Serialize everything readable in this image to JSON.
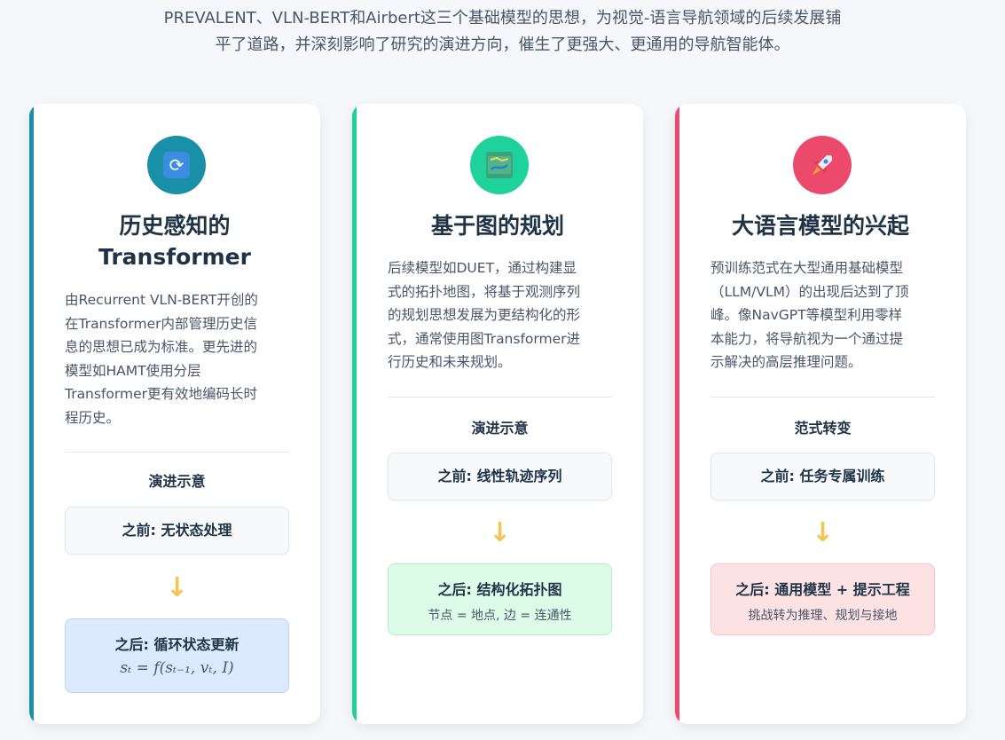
{
  "intro": {
    "line1": "PREVALENT、VLN-BERT和Airbert这三个基础模型的思想，为视觉-语言导航领域的后续发展铺",
    "line2": "平了道路，并深刻影响了研究的演进方向，催生了更强大、更通用的导航智能体。"
  },
  "cards": [
    {
      "accent": "#1a8fa8",
      "icon": "arrows-cycle-icon",
      "title_line1": "历史感知的",
      "title_line2": "Transformer",
      "desc_lines": [
        "由Recurrent VLN-BERT开创的",
        "在Transformer内部管理历史信",
        "息的思想已成为标准。更先进的",
        "模型如HAMT使用分层",
        "Transformer更有效地编码长时",
        "程历史。"
      ],
      "section_label": "演进示意",
      "before": "之前: 无状态处理",
      "after": "之后: 循环状态更新",
      "after_formula": "sₜ = f(sₜ₋₁, vₜ, I)"
    },
    {
      "accent": "#1fd19a",
      "icon": "map-icon",
      "title_line1": "基于图的规划",
      "desc_lines": [
        "后续模型如DUET，通过构建显",
        "式的拓扑地图，将基于观测序列",
        "的规划思想发展为更结构化的形",
        "式，通常使用图Transformer进",
        "行历史和未来规划。"
      ],
      "section_label": "演进示意",
      "before": "之前: 线性轨迹序列",
      "after": "之后: 结构化拓扑图",
      "after_note": "节点 = 地点, 边 = 连通性"
    },
    {
      "accent": "#ec4a6c",
      "icon": "rocket-icon",
      "title_line1": "大语言模型的兴起",
      "desc_lines": [
        "预训练范式在大型通用基础模型",
        "（LLM/VLM）的出现后达到了顶",
        "峰。像NavGPT等模型利用零样",
        "本能力，将导航视为一个通过提",
        "示解决的高层推理问题。"
      ],
      "section_label": "范式转变",
      "before": "之前: 任务专属训练",
      "after": "之后: 通用模型 + 提示工程",
      "after_note": "挑战转为推理、规划与接地"
    }
  ],
  "arrow_glyph": "↓"
}
